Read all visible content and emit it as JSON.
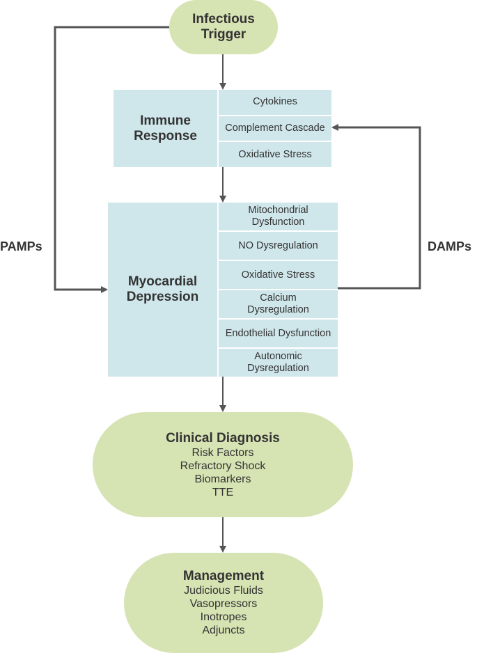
{
  "infectious_trigger": {
    "title": "Infectious\nTrigger"
  },
  "immune_response": {
    "title": "Immune\nResponse",
    "items": [
      "Cytokines",
      "Complement Cascade",
      "Oxidative Stress"
    ]
  },
  "myocardial_depression": {
    "title": "Myocardial\nDepression",
    "items": [
      "Mitochondrial\nDysfunction",
      "NO Dysregulation",
      "Oxidative Stress",
      "Calcium\nDysregulation",
      "Endothelial Dysfunction",
      "Autonomic\nDysregulation"
    ]
  },
  "side_labels": {
    "left": "PAMPs",
    "right": "DAMPs"
  },
  "clinical_diagnosis": {
    "title": "Clinical Diagnosis",
    "items": [
      "Risk Factors",
      "Refractory Shock",
      "Biomarkers",
      "TTE"
    ]
  },
  "management": {
    "title": "Management",
    "items": [
      "Judicious Fluids",
      "Vasopressors",
      "Inotropes",
      "Adjuncts"
    ]
  },
  "colors": {
    "pill_fill": "#d6e3b3",
    "box_fill": "#cfe6ea",
    "arrow": "#555555",
    "text": "#333333"
  }
}
